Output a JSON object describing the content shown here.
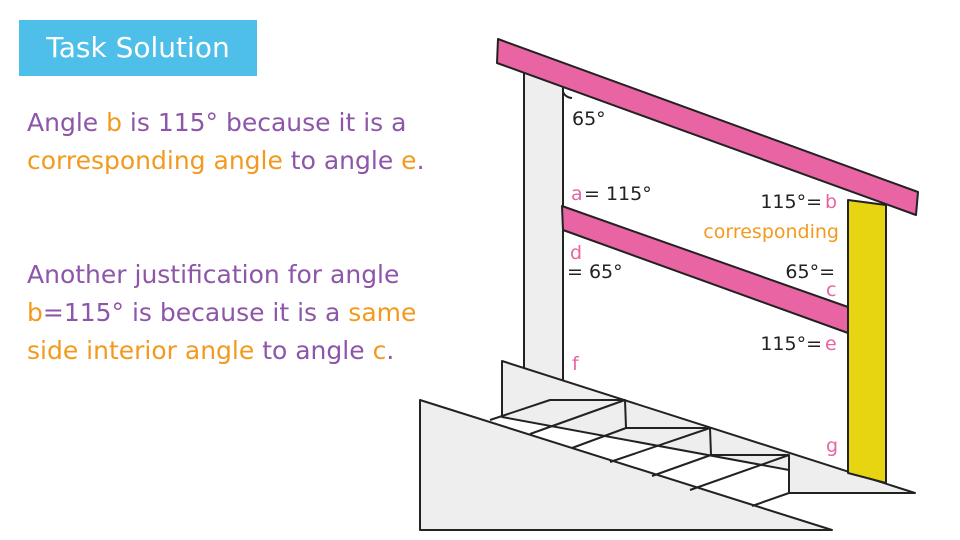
{
  "title": "Task Solution",
  "p1": {
    "t1": "Angle ",
    "b": "b",
    "t2": " is 115° because it is a ",
    "corr": "corresponding angle",
    "t3": " to angle ",
    "e": "e",
    "t4": "."
  },
  "p2": {
    "t1": "Another justification for angle ",
    "b": "b",
    "t2": "=115° is because it is a ",
    "ssi": "same side interior angle",
    "t3": " to angle ",
    "c": "c",
    "t4": "."
  },
  "diagram": {
    "angle_top": "65°",
    "a": "a",
    "a_val": "= 115°",
    "b_val": "115°= ",
    "b": "b",
    "corresponding": "corresponding",
    "d": "d",
    "d_val": "= 65°",
    "c_val": "65°=",
    "c": "c",
    "e_val": "115°= ",
    "e": "e",
    "f": "f",
    "g": "g"
  },
  "colors": {
    "accent": "#4dbfe9",
    "purple": "#8e56a8",
    "orange": "#f39a1e",
    "pink": "#e864a3",
    "yellow": "#e8d512"
  }
}
